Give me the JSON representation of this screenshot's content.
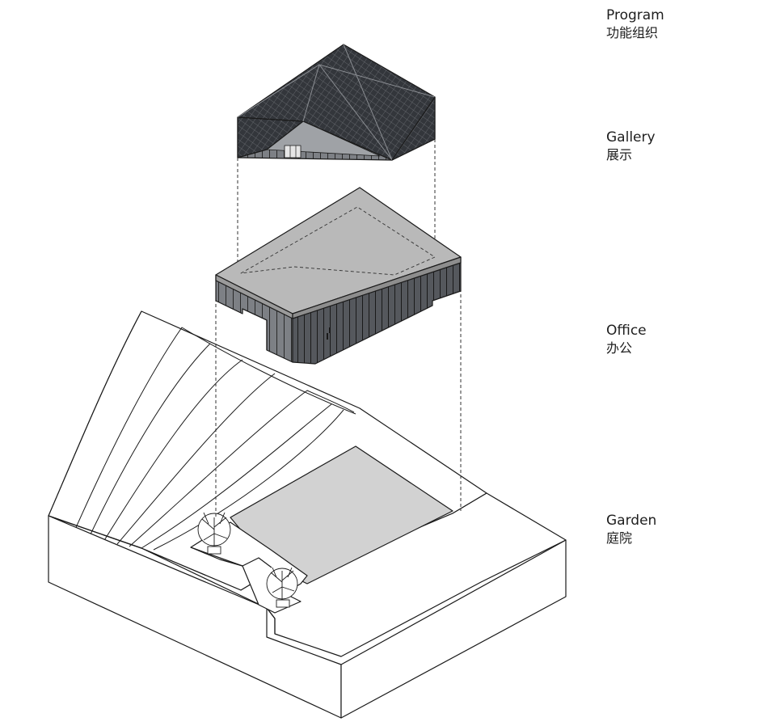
{
  "labels": {
    "program": {
      "en": "Program",
      "zh": "功能组织"
    },
    "gallery": {
      "en": "Gallery",
      "zh": "展示"
    },
    "office": {
      "en": "Office",
      "zh": "办公"
    },
    "garden": {
      "en": "Garden",
      "zh": "庭院"
    }
  },
  "colors": {
    "roof": "#33363b",
    "roof_line": "#8a8d92",
    "glass": "#7d8085",
    "slab": "#b9b9b9",
    "courtyard": "#d2d2d2",
    "line": "#1a1a1a"
  }
}
